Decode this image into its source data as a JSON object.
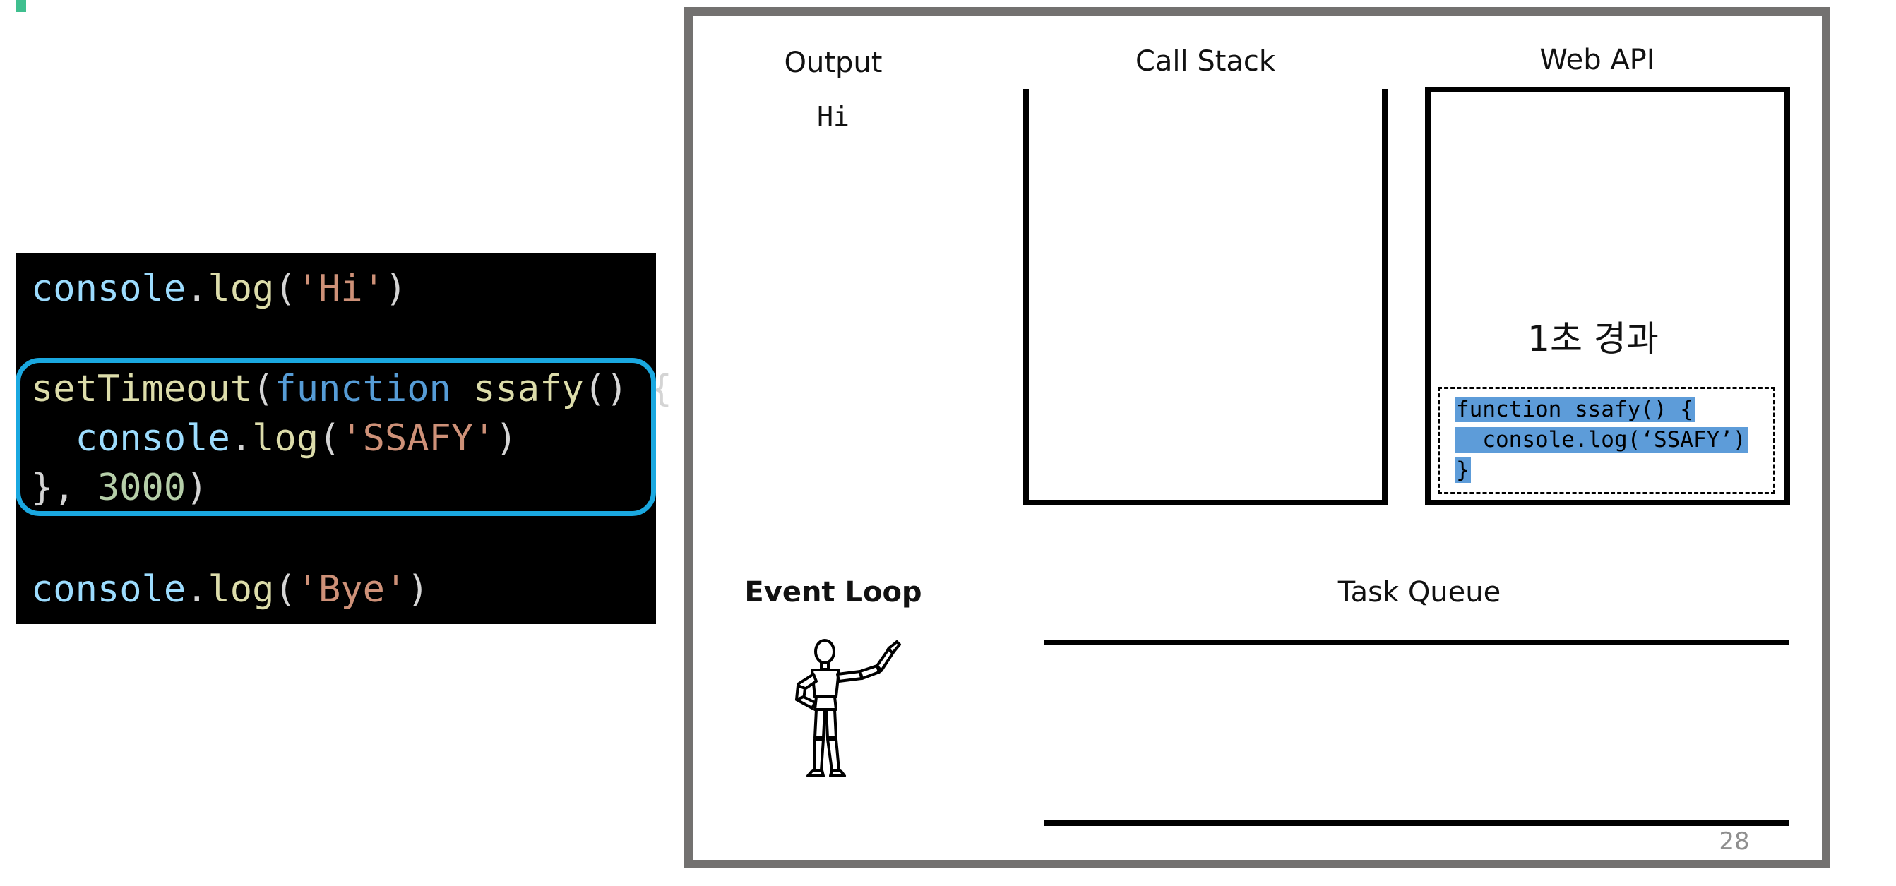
{
  "slide": {
    "page_number": "28",
    "accent_color": "#3fbf8f"
  },
  "code_panel": {
    "line1": {
      "obj": "console",
      "dot": ".",
      "fn": "log",
      "open": "(",
      "str": "'Hi'",
      "close": ")"
    },
    "line2": {
      "fn": "setTimeout",
      "open": "(",
      "kw": "function",
      "name": " ssafy",
      "rest": "() {"
    },
    "line3": {
      "indent": "  ",
      "obj": "console",
      "dot": ".",
      "fn": "log",
      "open": "(",
      "str": "'SSAFY'",
      "close": ")"
    },
    "line4": {
      "punc": "}, ",
      "num": "3000",
      "close": ")"
    },
    "line5": {
      "obj": "console",
      "dot": ".",
      "fn": "log",
      "open": "(",
      "str": "'Bye'",
      "close": ")"
    },
    "highlight_color": "#1aa8e0"
  },
  "diagram": {
    "output_title": "Output",
    "output_value": "Hi",
    "call_stack_title": "Call Stack",
    "web_api_title": "Web API",
    "elapsed_label": "1초 경과",
    "callback_lines": [
      "function ssafy() {",
      "  console.log(‘SSAFY’)",
      "}"
    ],
    "event_loop_title": "Event Loop",
    "task_queue_title": "Task Queue",
    "selection_color": "#5d9cd9"
  }
}
